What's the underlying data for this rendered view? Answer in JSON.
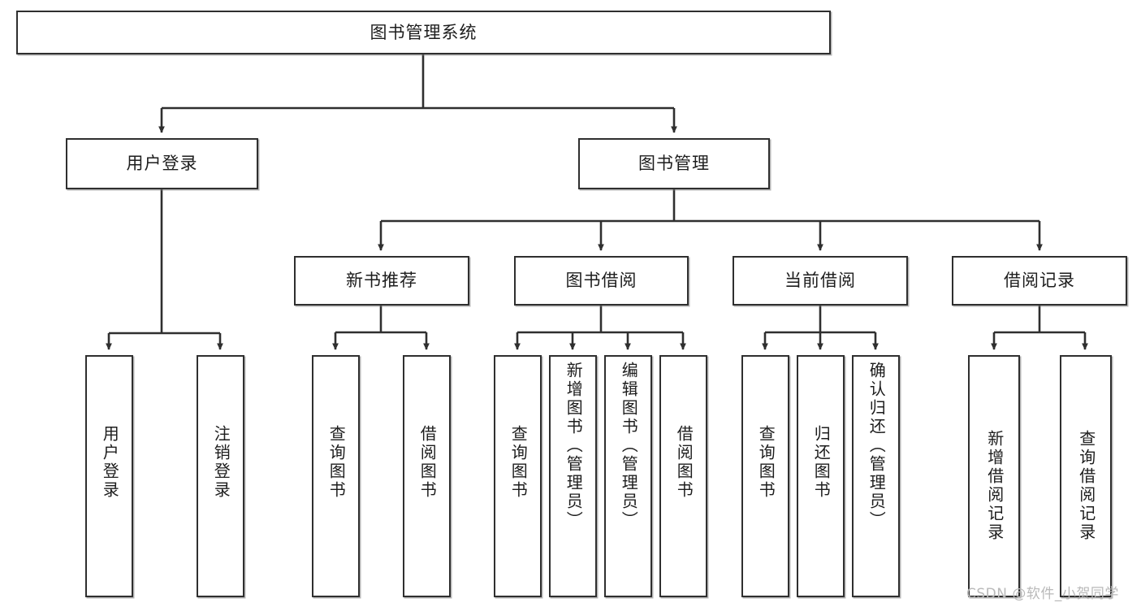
{
  "diagram": {
    "title": "图书管理系统",
    "type": "tree",
    "orientation": "top-down",
    "colors": {
      "node_border": "#2f2f2f",
      "node_fill": "#ffffff",
      "edge": "#2f2f2f",
      "background": "#ffffff",
      "watermark": "#b9b9b9"
    },
    "root": {
      "label": "图书管理系统"
    },
    "level2": [
      {
        "label": "用户登录"
      },
      {
        "label": "图书管理"
      }
    ],
    "level3": [
      {
        "label": "新书推荐"
      },
      {
        "label": "图书借阅"
      },
      {
        "label": "当前借阅"
      },
      {
        "label": "借阅记录"
      }
    ],
    "leaves": {
      "user_login": [
        {
          "label": "用户登录"
        },
        {
          "label": "注销登录"
        }
      ],
      "new_book_recommend": [
        {
          "label": "查询图书"
        },
        {
          "label": "借阅图书"
        }
      ],
      "book_borrow": [
        {
          "label": "查询图书"
        },
        {
          "label": "新增图书（管理员）"
        },
        {
          "label": "编辑图书（管理员）"
        },
        {
          "label": "借阅图书"
        }
      ],
      "current_borrow": [
        {
          "label": "查询图书"
        },
        {
          "label": "归还图书"
        },
        {
          "label": "确认归还（管理员）"
        }
      ],
      "borrow_record": [
        {
          "label": "新增借阅记录"
        },
        {
          "label": "查询借阅记录"
        }
      ]
    }
  },
  "watermark": {
    "text": "CSDN @软件_小贺同学"
  }
}
